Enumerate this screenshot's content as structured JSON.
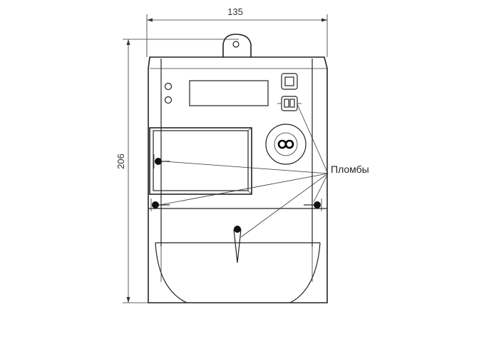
{
  "dimensions": {
    "width_label": "135",
    "height_label": "206"
  },
  "callout": {
    "label": "Пломбы"
  },
  "colors": {
    "line": "#222222",
    "background": "#ffffff"
  }
}
